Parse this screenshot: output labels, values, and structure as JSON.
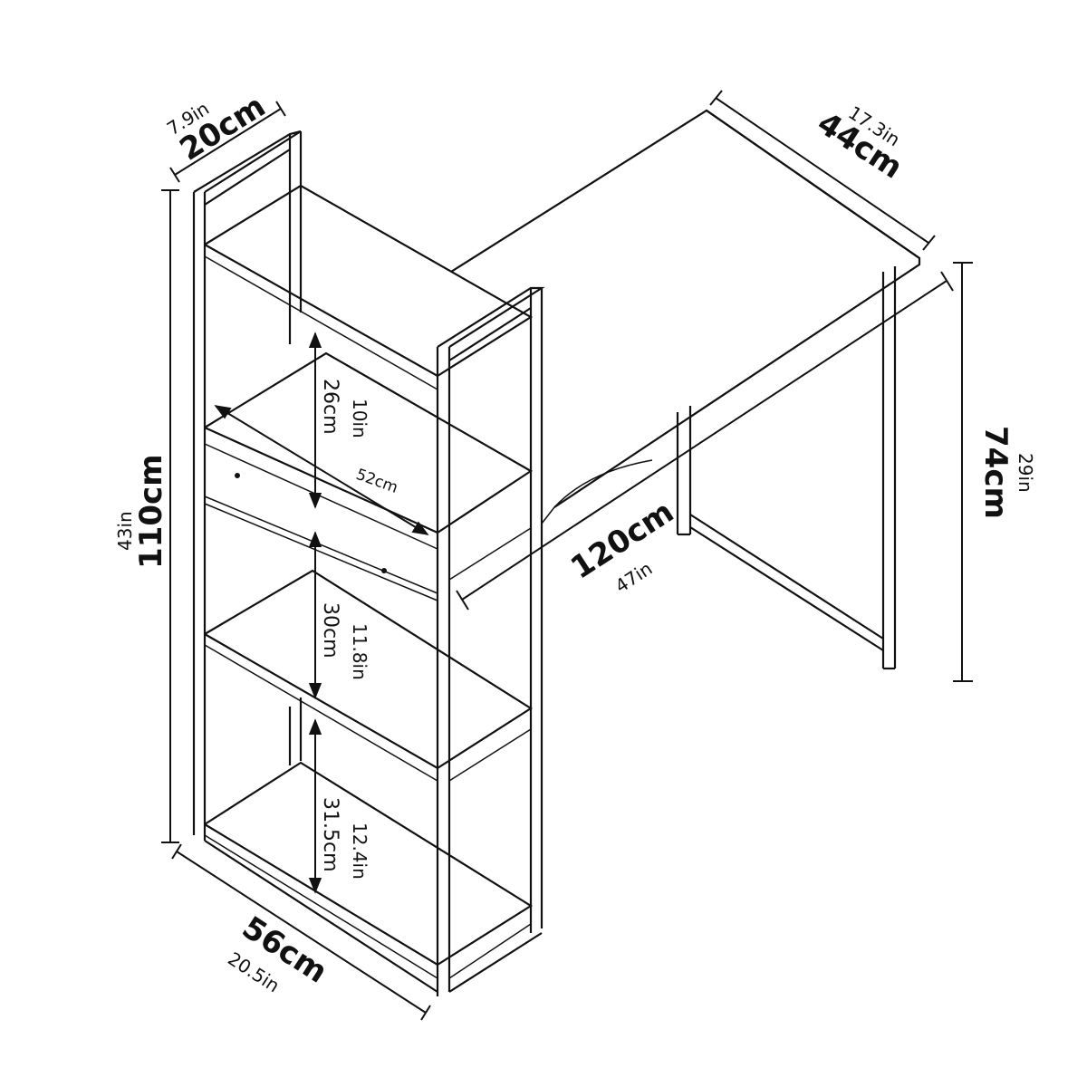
{
  "dimensions": {
    "shelf_depth": {
      "cm": "20cm",
      "in": "7.9in"
    },
    "desk_depth": {
      "cm": "44cm",
      "in": "17.3in"
    },
    "total_height": {
      "cm": "110cm",
      "in": "43in"
    },
    "desk_height": {
      "cm": "74cm",
      "in": "29in"
    },
    "total_width": {
      "cm": "120cm",
      "in": "47in"
    },
    "shelf_width": {
      "cm": "56cm",
      "in": "20.5in"
    },
    "drawer_width": {
      "cm": "52cm"
    },
    "gap_top": {
      "cm": "26cm",
      "in": "10in"
    },
    "gap_middle": {
      "cm": "30cm",
      "in": "11.8in"
    },
    "gap_bottom": {
      "cm": "31.5cm",
      "in": "12.4in"
    }
  },
  "colors": {
    "line": "#111111",
    "background": "#ffffff"
  }
}
